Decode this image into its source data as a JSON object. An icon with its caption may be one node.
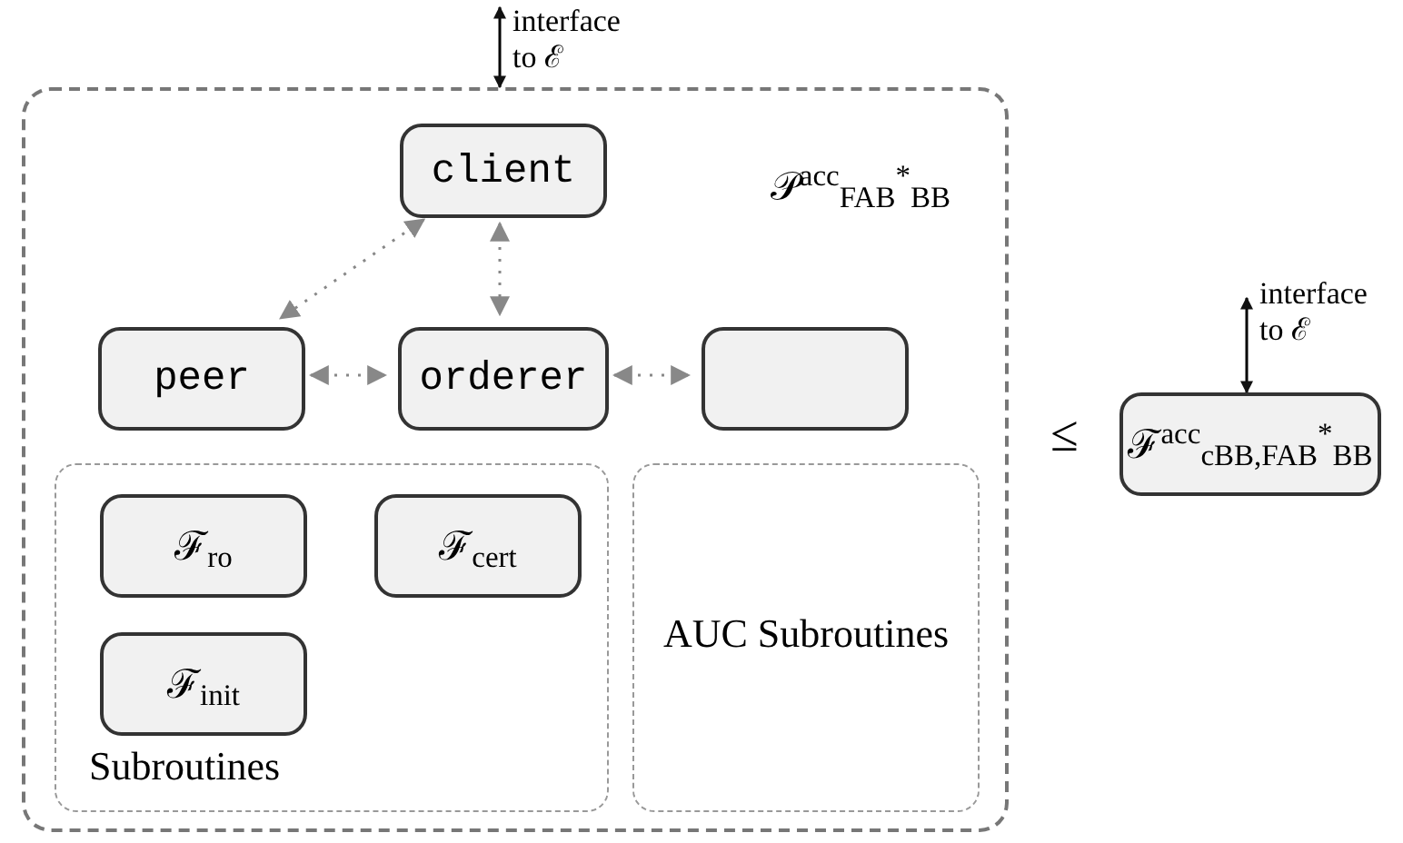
{
  "diagram": {
    "nodes": [
      {
        "text": [
          "𝒫$^{acc}$$_{FAB}$$^{*}$$_{BB}$"
        ]
      },
      {
        "text": [
          "client"
        ],
        "in": 0
      },
      {
        "text": [
          "peer"
        ],
        "in": 0
      },
      {
        "text": [
          "orderer"
        ],
        "in": 0
      },
      {
        "text": [],
        "shape": "box",
        "in": 0
      },
      {
        "text": [
          "Subroutines"
        ],
        "in": 0
      },
      {
        "text": [
          "ℱ$_{ro}$"
        ],
        "in": 5
      },
      {
        "text": [
          "ℱ$_{cert}$"
        ],
        "in": 5
      },
      {
        "text": [
          "ℱ$_{init}$"
        ],
        "in": 5
      },
      {
        "text": [
          "AUC Subroutines"
        ],
        "in": 0
      },
      {
        "text": [
          "ℱ$^{acc}$$_{cBB,FAB}$$^{*}$$_{BB}$"
        ]
      }
    ],
    "edges": [
      {
        "from": null,
        "to": 0,
        "arrow": "both",
        "label": "interface to ℰ",
        "color": "#000000"
      },
      {
        "from": 1,
        "to": 2,
        "arrow": "both",
        "style": "dashed"
      },
      {
        "from": 1,
        "to": 3,
        "arrow": "both",
        "style": "dashed"
      },
      {
        "from": 2,
        "to": 3,
        "arrow": "both",
        "style": "dashed"
      },
      {
        "from": 3,
        "to": 4,
        "arrow": "both",
        "style": "dashed"
      },
      {
        "from": null,
        "to": 10,
        "arrow": "both",
        "label": "interface to ℰ",
        "color": "#000000"
      }
    ],
    "labels": [
      "≤"
    ]
  }
}
